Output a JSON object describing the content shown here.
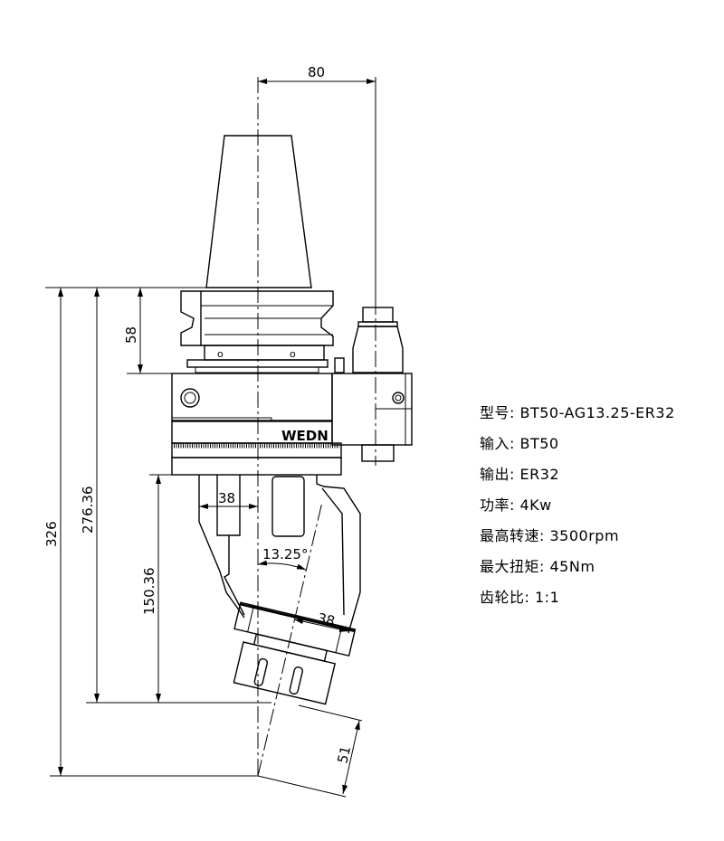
{
  "drawing": {
    "brand_mark": "WEDN",
    "dimensions": {
      "top_width": "80",
      "flange_height": "58",
      "overall_length": "326",
      "gauge_to_nose": "276.36",
      "body_to_nose": "150.36",
      "leg_width": "38",
      "head_width": "38",
      "tilt_angle": "13.25°",
      "collet_length": "51"
    }
  },
  "specs": [
    {
      "label": "型号:",
      "value": "BT50-AG13.25-ER32"
    },
    {
      "label": "输入:",
      "value": "BT50"
    },
    {
      "label": "输出:",
      "value": "ER32"
    },
    {
      "label": "功率:",
      "value": "4Kw"
    },
    {
      "label": "最高转速:",
      "value": "3500rpm"
    },
    {
      "label": "最大扭矩:",
      "value": "45Nm"
    },
    {
      "label": "齿轮比:",
      "value": "1:1"
    }
  ]
}
